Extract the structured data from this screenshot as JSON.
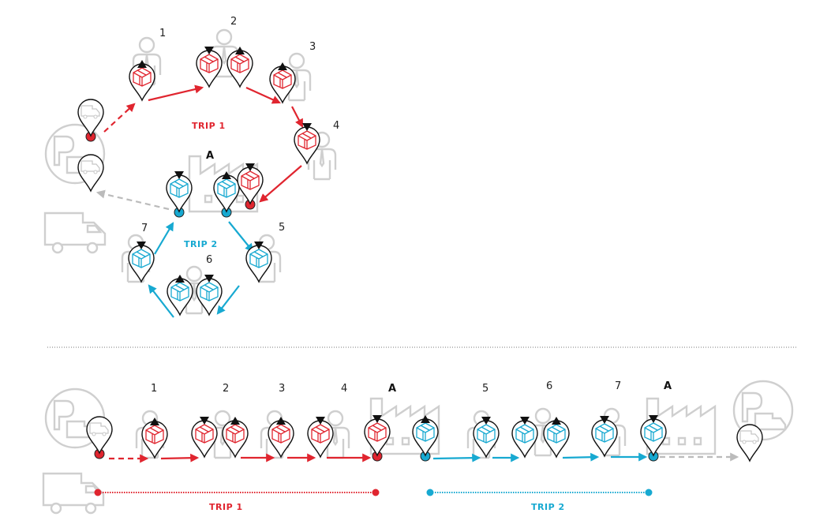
{
  "colors": {
    "trip1": "#e0252f",
    "trip2": "#17a9d1",
    "inactive": "#c8c8c8"
  },
  "circular_view": {
    "trip1_label": "TRIP 1",
    "trip2_label": "TRIP 2",
    "depot_label": "A",
    "stops": [
      "1",
      "2",
      "3",
      "4",
      "5",
      "6",
      "7"
    ]
  },
  "linear_view": {
    "trip1_label": "TRIP 1",
    "trip2_label": "TRIP 2",
    "depot_label_1": "A",
    "depot_label_2": "A",
    "stops": [
      "1",
      "2",
      "3",
      "4",
      "5",
      "6",
      "7"
    ]
  },
  "icons": [
    "parking-icon",
    "truck-icon",
    "person-icon",
    "factory-icon",
    "pin-icon",
    "package-icon",
    "pickup-arrow-icon",
    "dropoff-arrow-icon"
  ]
}
